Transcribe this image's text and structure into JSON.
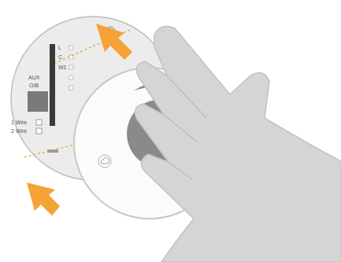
{
  "diagram": {
    "labels": [
      "L",
      "C",
      "W1",
      "AUX",
      "O/B",
      "1 Wire",
      "2 Wire"
    ]
  }
}
